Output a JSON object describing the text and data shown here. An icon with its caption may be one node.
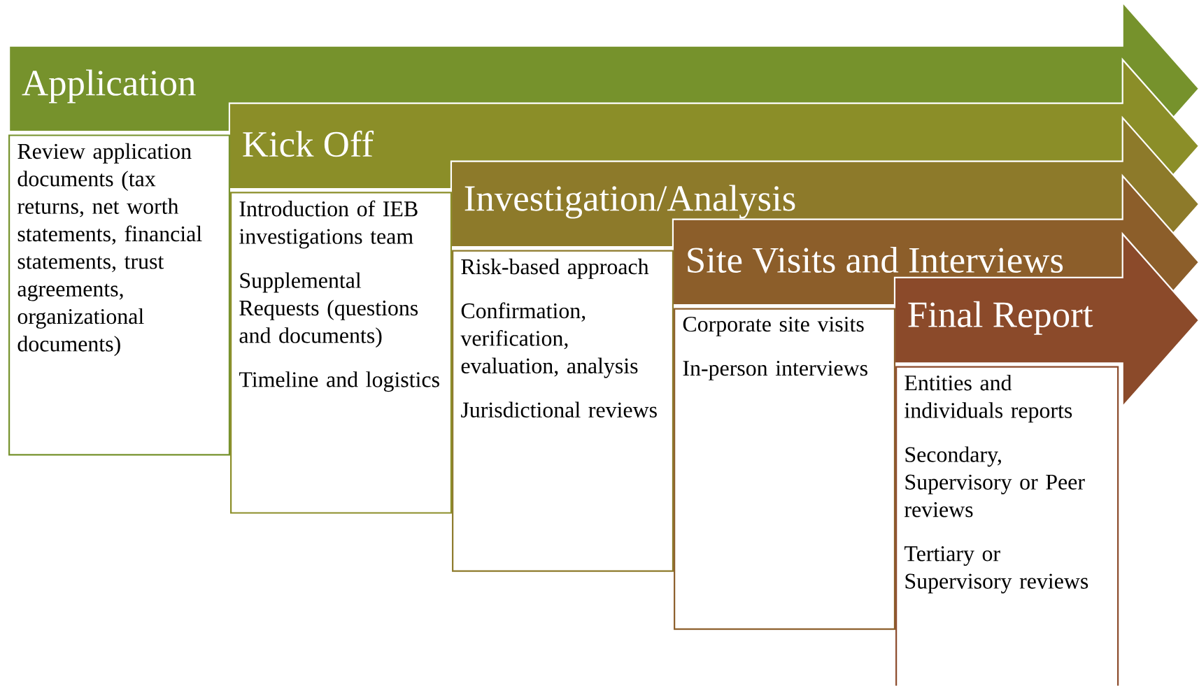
{
  "diagram": {
    "nodes": [
      {
        "text": [
          "Application"
        ]
      },
      {
        "text": [
          "Review application documents (tax returns, net worth statements, financial statements, trust agreements, organizational documents)"
        ]
      },
      {
        "text": [
          "Kick Off"
        ]
      },
      {
        "text": [
          "Introduction of IEB investigations team",
          "Supplemental Requests (questions and documents)",
          "Timeline and logistics"
        ]
      },
      {
        "text": [
          "Investigation/Analysis"
        ]
      },
      {
        "text": [
          "Risk-based approach",
          "Confirmation, verification, evaluation, analysis",
          "Jurisdictional reviews"
        ]
      },
      {
        "text": [
          "Site Visits and Interviews"
        ]
      },
      {
        "text": [
          "Corporate site visits",
          "In-person interviews"
        ]
      },
      {
        "text": [
          "Final Report"
        ]
      },
      {
        "text": [
          "Entities and individuals reports",
          "Secondary, Supervisory or Peer reviews",
          "Tertiary or Supervisory reviews"
        ]
      }
    ]
  }
}
